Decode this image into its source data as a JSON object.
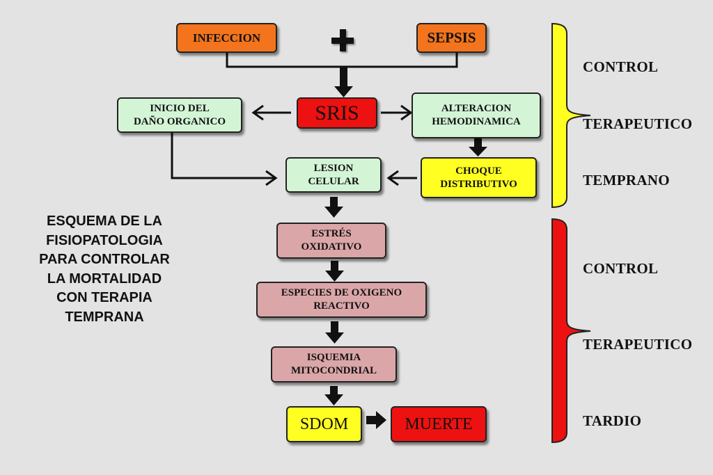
{
  "boxes": {
    "infeccion": "INFECCION",
    "sepsis": "SEPSIS",
    "sris": "SRIS",
    "inicio": "INICIO DEL\nDAÑO ORGANICO",
    "alteracion": "ALTERACION\nHEMODINAMICA",
    "lesion": "LESION\nCELULAR",
    "choque": "CHOQUE\nDISTRIBUTIVO",
    "estres": "ESTRÉS\nOXIDATIVO",
    "especies": "ESPECIES DE OXIGENO\nREACTIVO",
    "isquemia": "ISQUEMIA\nMITOCONDRIAL",
    "sdom": "SDOM",
    "muerte": "MUERTE"
  },
  "title": "ESQUEMA DE LA\nFISIOPATOLOGIA\nPARA CONTROLAR\nLA MORTALIDAD\nCON TERAPIA\nTEMPRANA",
  "early_control": {
    "color": "#ffff22",
    "lines": [
      "CONTROL",
      "TERAPEUTICO",
      "TEMPRANO"
    ]
  },
  "late_control": {
    "color": "#ee1111",
    "lines": [
      "CONTROL",
      "TERAPEUTICO",
      "TARDIO"
    ]
  },
  "colors": {
    "orange": "#f3741c",
    "red": "#ee1111",
    "green": "#d3f5d6",
    "yellow": "#ffff22",
    "pink": "#dba6a8"
  }
}
